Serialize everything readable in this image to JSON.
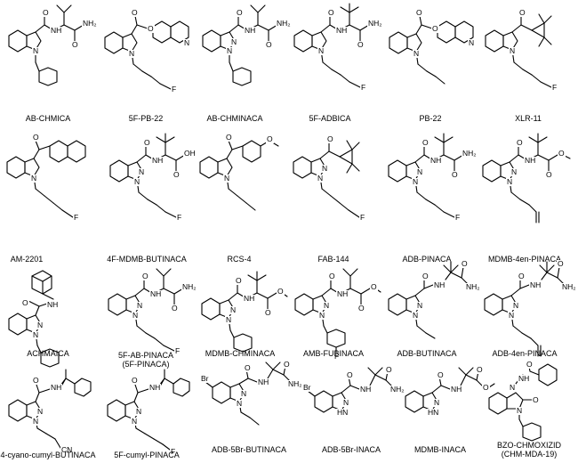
{
  "compounds": [
    {
      "name": "AB-CHMICA"
    },
    {
      "name": "5F-PB-22"
    },
    {
      "name": "AB-CHMINACA"
    },
    {
      "name": "5F-ADBICA"
    },
    {
      "name": "PB-22"
    },
    {
      "name": "XLR-11"
    },
    {
      "name": "AM-2201"
    },
    {
      "name": "4F-MDMB-BUTINACA"
    },
    {
      "name": "RCS-4"
    },
    {
      "name": "FAB-144"
    },
    {
      "name": "ADB-PINACA"
    },
    {
      "name": "MDMB-4en-PINACA"
    },
    {
      "name": "ACHMAICA"
    },
    {
      "name": "5F-AB-PINACA",
      "name2": "(5F-PINACA)"
    },
    {
      "name": "MDMB-CHMINACA"
    },
    {
      "name": "AMB-FUBINACA"
    },
    {
      "name": "ADB-BUTINACA"
    },
    {
      "name": "ADB-4en-PINACA"
    },
    {
      "name": "4-cyano-cumyl-BUTINACA"
    },
    {
      "name": "5F-cumyl-PINACA"
    },
    {
      "name": "ADB-5Br-BUTINACA"
    },
    {
      "name": "ADB-5Br-INACA"
    },
    {
      "name": "MDMB-INACA"
    },
    {
      "name": "BZO-CHMOXIZID",
      "name2": "(CHM-MDA-19)"
    }
  ],
  "atoms": {
    "N": "N",
    "O": "O",
    "NH": "NH",
    "NH2": "NH₂",
    "OH": "OH",
    "F": "F",
    "Br": "Br",
    "CN": "CN",
    "HN": "HN"
  }
}
